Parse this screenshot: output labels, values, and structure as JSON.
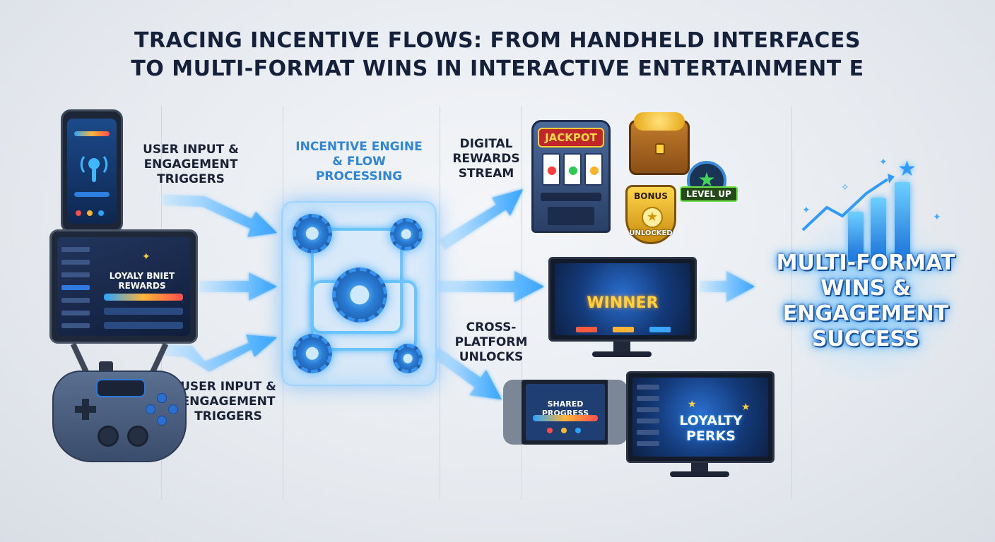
{
  "title": {
    "line1": "TRACING INCENTIVE FLOWS: FROM HANDHELD INTERFACES",
    "line2": "TO MULTI-FORMAT WINS IN INTERACTIVE ENTERTAINMENT E"
  },
  "labels": {
    "input_top": [
      "USER INPUT &",
      "ENGAGEMENT",
      "TRIGGERS"
    ],
    "input_bottom": [
      "USER INPUT &",
      "ENGAGEMENT",
      "TRIGGERS"
    ],
    "engine": [
      "INCENTIVE ENGINE",
      "& FLOW",
      "PROCESSING"
    ],
    "rewards": [
      "DIGITAL",
      "REWARDS",
      "STREAM"
    ],
    "cross": [
      "CROSS-",
      "PLATFORM",
      "UNLOCKS"
    ]
  },
  "devices": {
    "tablet_title": [
      "LOYALY BNIET",
      "REWARDS"
    ],
    "jackpot": "JACKPOT",
    "bonus": "BONUS",
    "unlocked": "UNLOCKED",
    "level_up": "LEVEL UP",
    "winner": "WINNER",
    "shared_progress": "SHARED PROGRESS",
    "loyalty_perks": [
      "LOYALTY",
      "PERKS"
    ]
  },
  "result": [
    "MULTI-FORMAT",
    "WINS &",
    "ENGAGEMENT",
    "SUCCESS"
  ],
  "icons": [
    "smartphone-icon",
    "tablet-icon",
    "gamepad-icon",
    "gear-icon",
    "slot-machine-icon",
    "treasure-chest-icon",
    "bonus-badge-icon",
    "level-up-icon",
    "monitor-icon",
    "handheld-console-icon",
    "growth-chart-icon",
    "star-icon"
  ],
  "colors": {
    "accent_blue": "#2f86d8",
    "arrow_blue": "#3aa6ff",
    "title_dark": "#15213a",
    "gold": "#ffd23a"
  }
}
